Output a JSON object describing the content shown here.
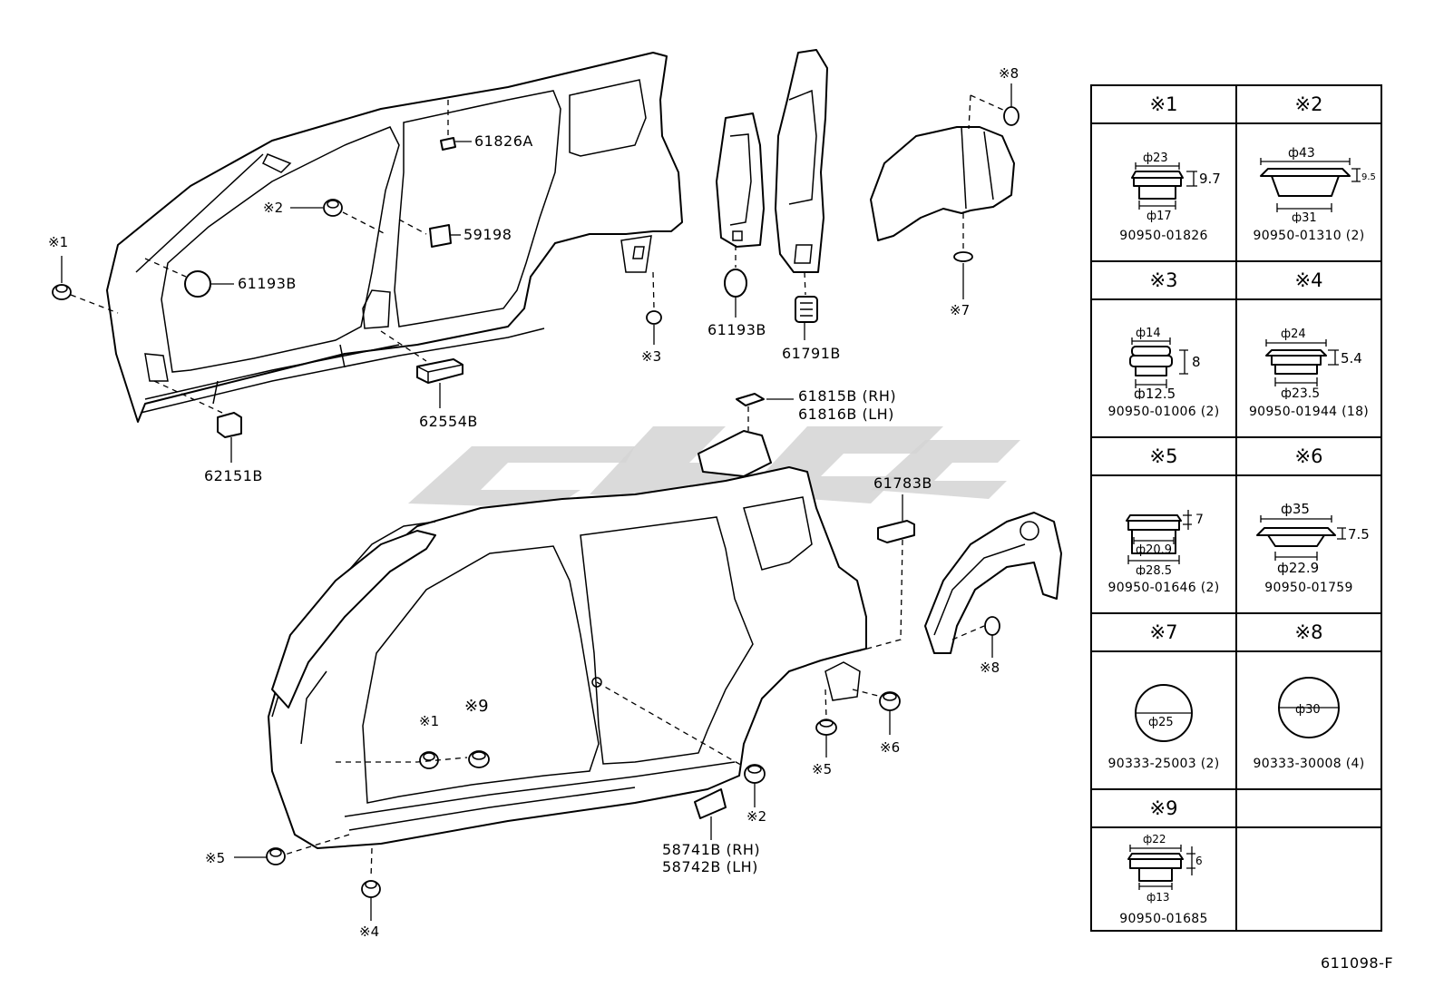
{
  "callouts": {
    "p61826A": "61826A",
    "p59198": "59198",
    "p61193B_a": "61193B",
    "p61193B_b": "61193B",
    "p61791B": "61791B",
    "p62554B": "62554B",
    "p62151B": "62151B",
    "p61815B": "61815B (RH)",
    "p61816B": "61816B (LH)",
    "p61783B": "61783B",
    "p58741B": "58741B (RH)",
    "p58742B": "58742B (LH)"
  },
  "marks": {
    "m1": "※1",
    "m2": "※2",
    "m3": "※3",
    "m4": "※4",
    "m5": "※5",
    "m6": "※6",
    "m7": "※7",
    "m8": "※8",
    "m9": "※9"
  },
  "legend": [
    {
      "mark": "※1",
      "part": "90950-01826",
      "dims": [
        "ф23",
        "9.7",
        "ф17"
      ]
    },
    {
      "mark": "※2",
      "part": "90950-01310 (2)",
      "dims": [
        "ф43",
        "9.5",
        "ф31"
      ]
    },
    {
      "mark": "※3",
      "part": "90950-01006 (2)",
      "dims": [
        "ф14",
        "8",
        "ф12.5"
      ]
    },
    {
      "mark": "※4",
      "part": "90950-01944 (18)",
      "dims": [
        "ф24",
        "5.4",
        "ф23.5"
      ]
    },
    {
      "mark": "※5",
      "part": "90950-01646 (2)",
      "dims": [
        "7",
        "ф20.9",
        "ф28.5"
      ]
    },
    {
      "mark": "※6",
      "part": "90950-01759",
      "dims": [
        "ф35",
        "7.5",
        "ф22.9"
      ]
    },
    {
      "mark": "※7",
      "part": "90333-25003 (2)",
      "dims": [
        "ф25"
      ]
    },
    {
      "mark": "※8",
      "part": "90333-30008 (4)",
      "dims": [
        "ф30"
      ]
    },
    {
      "mark": "※9",
      "part": "90950-01685",
      "dims": [
        "ф22",
        "6",
        "ф13"
      ]
    }
  ],
  "figure_code": "611098-F"
}
